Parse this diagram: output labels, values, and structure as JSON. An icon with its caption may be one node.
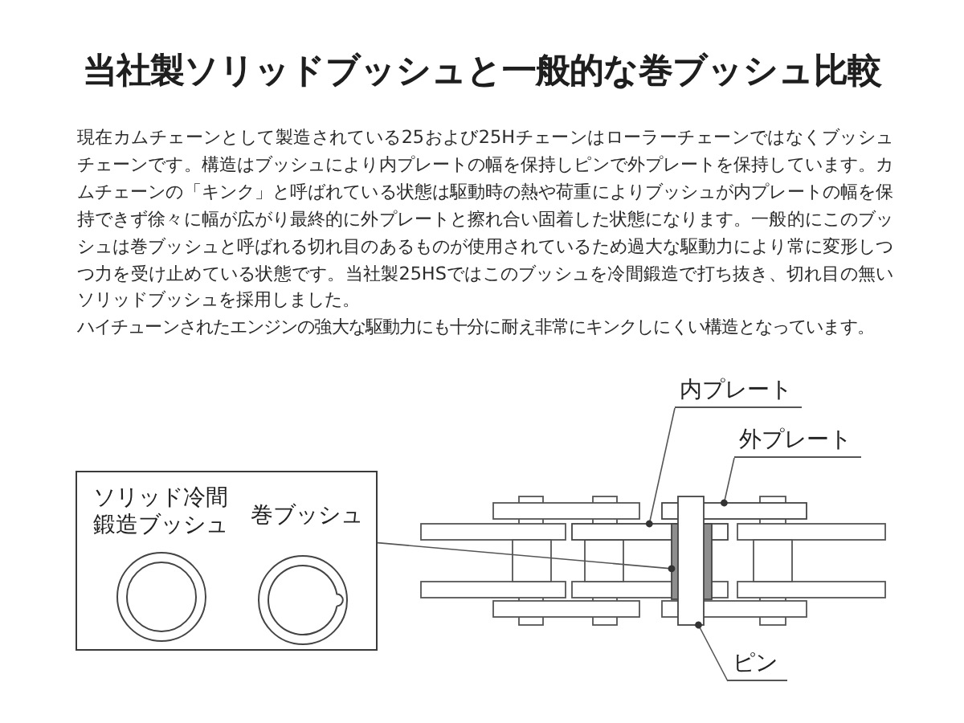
{
  "diagram": {
    "title": "当社製ソリッドブッシュと一般的な巻ブッシュ比較",
    "nodes": [
      {
        "text": [
          "内プレート"
        ]
      },
      {
        "text": [],
        "shape": "bar"
      },
      {
        "text": [
          "外プレート"
        ]
      },
      {
        "text": [],
        "shape": "bar"
      },
      {
        "text": [
          "ソリッド冷間鍛造ブッシュ",
          "巻ブッシュ"
        ]
      },
      {
        "text": [],
        "shape": "bar"
      },
      {
        "text": [],
        "shape": "bar"
      },
      {
        "text": [
          "ピン"
        ]
      }
    ],
    "edges": [
      {
        "from": 0,
        "to": 1,
        "arrow": "other"
      },
      {
        "from": 2,
        "to": 3,
        "arrow": "other"
      },
      {
        "from": 4,
        "to": 5,
        "arrow": "other"
      },
      {
        "from": 7,
        "to": 6,
        "arrow": "other"
      }
    ],
    "labels": [
      "現在カムチェーンとして製造されている25および25Hチェーンはローラーチェーンではなくブッシュチェーンです。構造はブッシュにより内プレートの幅を保持しピンで外プレートを保持しています。カムチェーンの「キンク」と呼ばれている状態は駆動時の熱や荷重によりブッシュが内プレートの幅を保持できず徐々に幅が広がり最終的に外プレートと擦れ合い固着した状態になります。一般的にこのブッシュは巻ブッシュと呼ばれる切れ目のあるものが使用されているため過大な駆動力により常に変形しつつ力を受け止めている状態です。当社製25HSではこのブッシュを冷間鍛造で打ち抜き、切れ目の無いソリッドブッシュを採用しました。",
      "ハイチューンされたエンジンの強大な駆動力にも十分に耐え非常にキンクしにくい構造となっています。"
    ]
  }
}
